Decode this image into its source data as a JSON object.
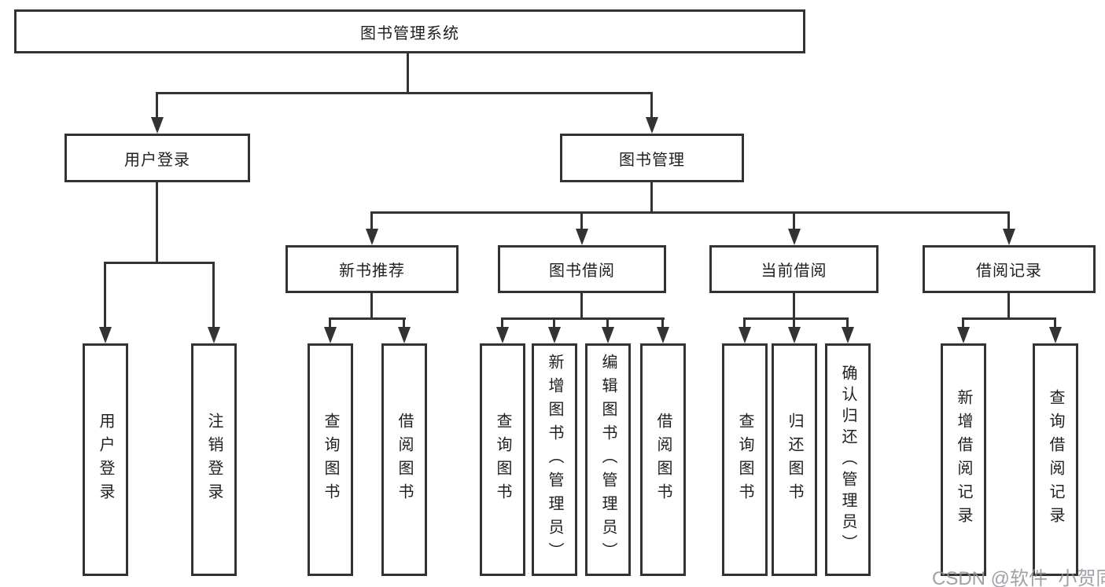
{
  "diagram": {
    "type": "tree",
    "root": {
      "label": "图书管理系统"
    },
    "level2": [
      {
        "label": "用户登录"
      },
      {
        "label": "图书管理"
      }
    ],
    "level3": [
      {
        "label": "新书推荐"
      },
      {
        "label": "图书借阅"
      },
      {
        "label": "当前借阅"
      },
      {
        "label": "借阅记录"
      }
    ],
    "leaves": [
      {
        "label": "用户登录",
        "parent": "用户登录"
      },
      {
        "label": "注销登录",
        "parent": "用户登录"
      },
      {
        "label": "查询图书",
        "parent": "新书推荐"
      },
      {
        "label": "借阅图书",
        "parent": "新书推荐"
      },
      {
        "label": "查询图书",
        "parent": "图书借阅"
      },
      {
        "label": "新增图书（管理员）",
        "parent": "图书借阅"
      },
      {
        "label": "编辑图书（管理员）",
        "parent": "图书借阅"
      },
      {
        "label": "借阅图书",
        "parent": "图书借阅"
      },
      {
        "label": "查询图书",
        "parent": "当前借阅"
      },
      {
        "label": "归还图书",
        "parent": "当前借阅"
      },
      {
        "label": "确认归还（管理员）",
        "parent": "当前借阅"
      },
      {
        "label": "新增借阅记录",
        "parent": "借阅记录"
      },
      {
        "label": "查询借阅记录",
        "parent": "借阅记录"
      }
    ]
  },
  "watermark": {
    "text": "CSDN @软件_小贺同学"
  },
  "colors": {
    "line": "#333333",
    "box_border": "#333333",
    "text": "#1f1f1f",
    "background": "#ffffff",
    "watermark": "#8e9096"
  }
}
